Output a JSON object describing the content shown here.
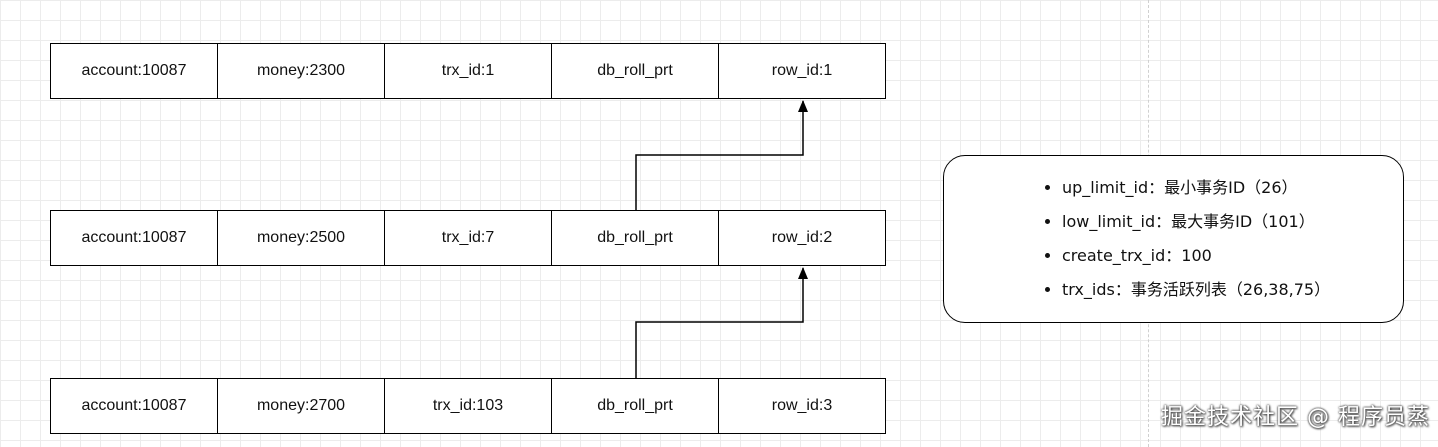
{
  "rows": [
    {
      "cells": [
        "account:10087",
        "money:2300",
        "trx_id:1",
        "db_roll_prt",
        "row_id:1"
      ]
    },
    {
      "cells": [
        "account:10087",
        "money:2500",
        "trx_id:7",
        "db_roll_prt",
        "row_id:2"
      ]
    },
    {
      "cells": [
        "account:10087",
        "money:2700",
        "trx_id:103",
        "db_roll_prt",
        "row_id:3"
      ]
    }
  ],
  "read_view": {
    "items": [
      "up_limit_id：最小事务ID（26）",
      "low_limit_id：最大事务ID（101）",
      "create_trx_id：100",
      "trx_ids：事务活跃列表（26,38,75）"
    ]
  },
  "watermark": "掘金技术社区 @ 程序员蒸",
  "colors": {
    "line": "#000000",
    "grid": "#ececec",
    "background": "#ffffff"
  }
}
